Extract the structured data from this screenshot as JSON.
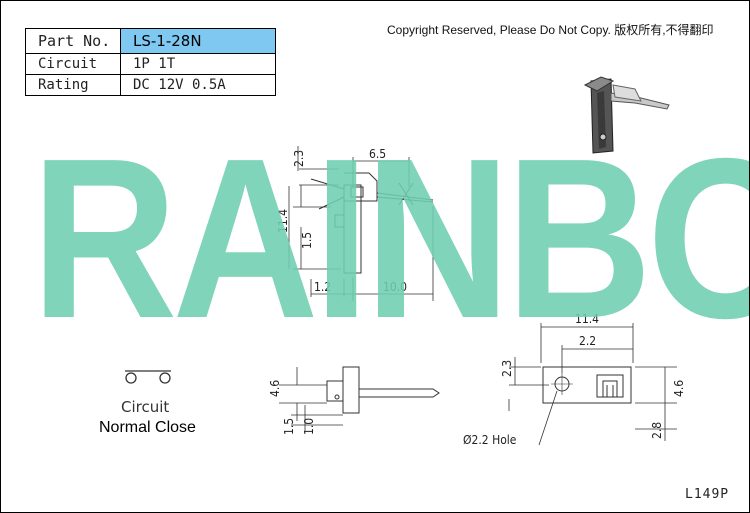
{
  "spec_table": {
    "rows": [
      {
        "key": "Part No.",
        "value": "LS-1-28N"
      },
      {
        "key": "Circuit",
        "value": "1P 1T"
      },
      {
        "key": "Rating",
        "value": "DC 12V 0.5A"
      }
    ],
    "highlight_color": "#7fc8f2"
  },
  "copyright": "Copyright Reserved, Please Do Not Copy. 版权所有,不得翻印",
  "watermark": {
    "text": "RAINBOW",
    "color": "#6fcfb0"
  },
  "dimensions": {
    "top_view": {
      "d_2_3": "2.3",
      "d_6_5": "6.5",
      "d_11_4": "11.4",
      "d_1_5": "1.5",
      "d_1_2": "1.2",
      "d_10_0": "10.0"
    },
    "side_view": {
      "d_4_6": "4.6",
      "d_1_5": "1.5",
      "d_1_0": "1.0"
    },
    "front_view": {
      "d_11_4": "11.4",
      "d_2_2": "2.2",
      "d_2_3": "2.3",
      "d_4_6": "4.6",
      "d_2_8": "2.8",
      "hole": "Ø2.2 Hole"
    }
  },
  "circuit": {
    "title": "Circuit",
    "subtitle": "Normal Close"
  },
  "drawing_code": "L149P"
}
